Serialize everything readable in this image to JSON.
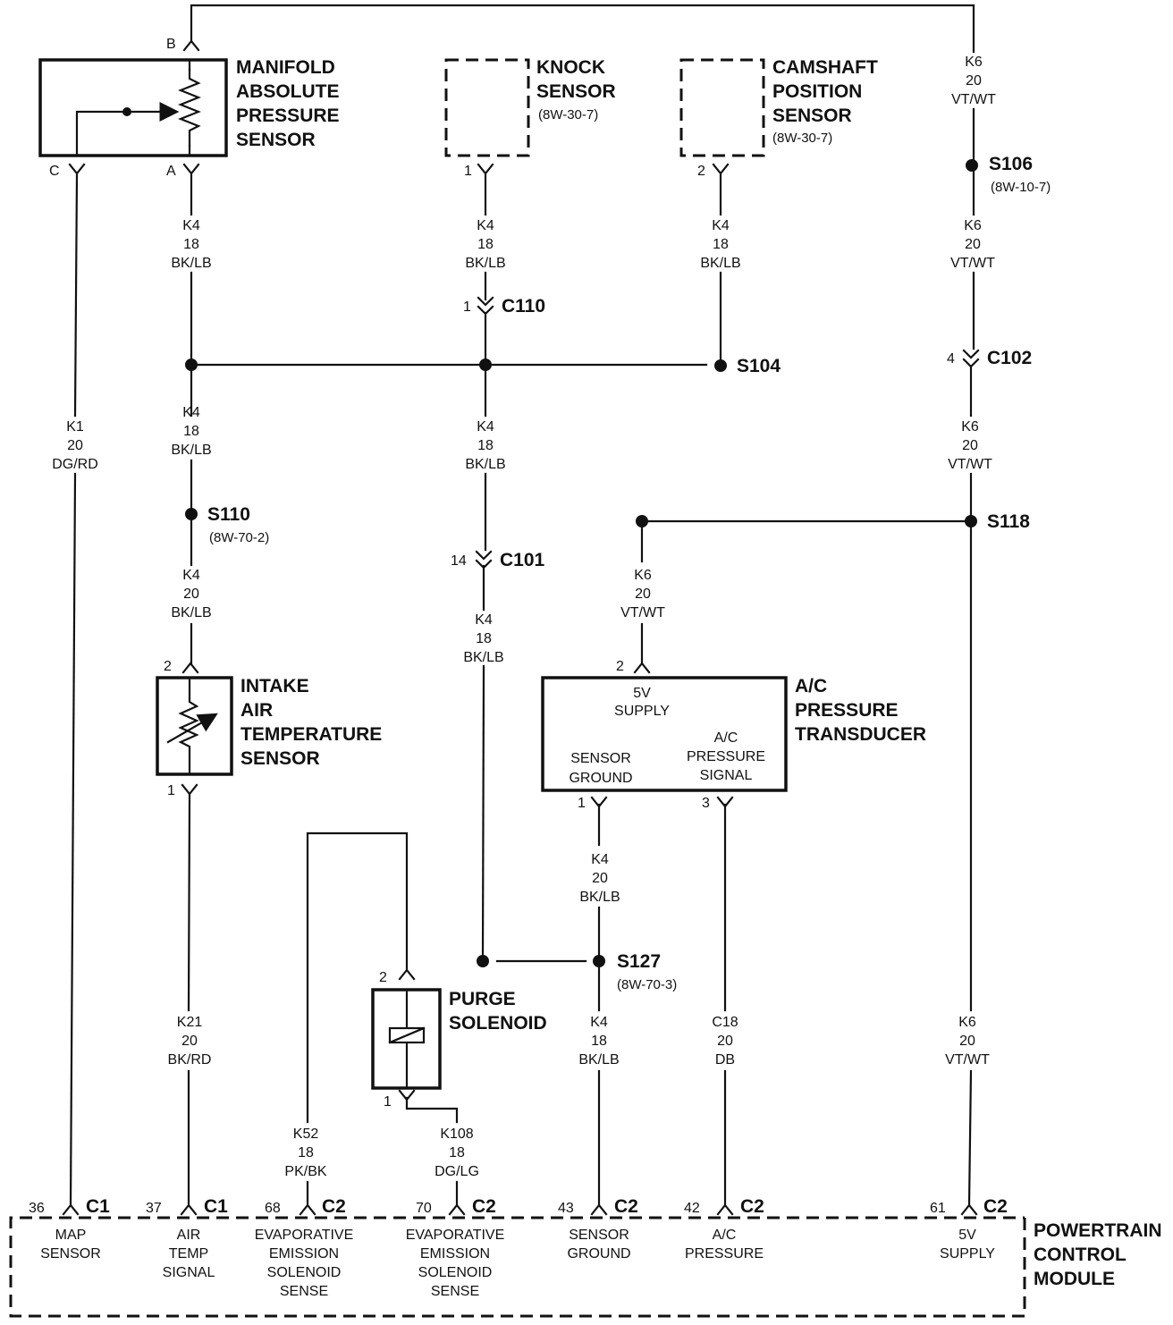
{
  "components": {
    "map": {
      "name": [
        "MANIFOLD",
        "ABSOLUTE",
        "PRESSURE",
        "SENSOR"
      ],
      "pin_b": "B",
      "pin_a": "A",
      "pin_c": "C"
    },
    "knock": {
      "name": [
        "KNOCK",
        "SENSOR"
      ],
      "ref": "(8W-30-7)",
      "pin": "1"
    },
    "cam": {
      "name": [
        "CAMSHAFT",
        "POSITION",
        "SENSOR"
      ],
      "ref": "(8W-30-7)",
      "pin": "2"
    },
    "iat": {
      "name": [
        "INTAKE",
        "AIR",
        "TEMPERATURE",
        "SENSOR"
      ],
      "pin_top": "2",
      "pin_bottom": "1"
    },
    "ac": {
      "name": [
        "A/C",
        "PRESSURE",
        "TRANSDUCER"
      ],
      "supply": [
        "5V",
        "SUPPLY"
      ],
      "ground": [
        "SENSOR",
        "GROUND"
      ],
      "signal": [
        "A/C",
        "PRESSURE",
        "SIGNAL"
      ],
      "pin_top": "2",
      "pin_ground": "1",
      "pin_signal": "3"
    },
    "purge": {
      "name": [
        "PURGE",
        "SOLENOID"
      ],
      "pin_top": "2",
      "pin_bottom": "1"
    },
    "pcm": {
      "name": [
        "POWERTRAIN",
        "CONTROL",
        "MODULE"
      ]
    }
  },
  "wires": {
    "k6_top": [
      "K6",
      "20",
      "VT/WT"
    ],
    "k6_mid": [
      "K6",
      "20",
      "VT/WT"
    ],
    "k6_low": [
      "K6",
      "20",
      "VT/WT"
    ],
    "k6_bot": [
      "K6",
      "20",
      "VT/WT"
    ],
    "k6_ac": [
      "K6",
      "20",
      "VT/WT"
    ],
    "k4_map": [
      "K4",
      "18",
      "BK/LB"
    ],
    "k4_knock": [
      "K4",
      "18",
      "BK/LB"
    ],
    "k4_cam": [
      "K4",
      "18",
      "BK/LB"
    ],
    "k4_left_mid": [
      "K4",
      "18",
      "BK/LB"
    ],
    "k4_center_mid": [
      "K4",
      "18",
      "BK/LB"
    ],
    "k4_iat": [
      "K4",
      "20",
      "BK/LB"
    ],
    "k4_center_low": [
      "K4",
      "18",
      "BK/LB"
    ],
    "k4_ac_ground": [
      "K4",
      "20",
      "BK/LB"
    ],
    "k4_pcm_ground": [
      "K4",
      "18",
      "BK/LB"
    ],
    "k1": [
      "K1",
      "20",
      "DG/RD"
    ],
    "k21": [
      "K21",
      "20",
      "BK/RD"
    ],
    "k52": [
      "K52",
      "18",
      "PK/BK"
    ],
    "k108": [
      "K108",
      "18",
      "DG/LG"
    ],
    "c18": [
      "C18",
      "20",
      "DB"
    ]
  },
  "splices": {
    "s106": {
      "name": "S106",
      "ref": "(8W-10-7)"
    },
    "s104": {
      "name": "S104"
    },
    "s110": {
      "name": "S110",
      "ref": "(8W-70-2)"
    },
    "s118": {
      "name": "S118"
    },
    "s127": {
      "name": "S127",
      "ref": "(8W-70-3)"
    }
  },
  "connectors": {
    "c110": {
      "name": "C110",
      "pin": "1"
    },
    "c101": {
      "name": "C101",
      "pin": "14"
    },
    "c102": {
      "name": "C102",
      "pin": "4"
    }
  },
  "pcm_pins": [
    {
      "pin": "36",
      "conn": "C1",
      "label": [
        "MAP",
        "SENSOR"
      ]
    },
    {
      "pin": "37",
      "conn": "C1",
      "label": [
        "AIR",
        "TEMP",
        "SIGNAL"
      ]
    },
    {
      "pin": "68",
      "conn": "C2",
      "label": [
        "EVAPORATIVE",
        "EMISSION",
        "SOLENOID",
        "SENSE"
      ]
    },
    {
      "pin": "70",
      "conn": "C2",
      "label": [
        "EVAPORATIVE",
        "EMISSION",
        "SOLENOID",
        "SENSE"
      ]
    },
    {
      "pin": "43",
      "conn": "C2",
      "label": [
        "SENSOR",
        "GROUND"
      ]
    },
    {
      "pin": "42",
      "conn": "C2",
      "label": [
        "A/C",
        "PRESSURE"
      ]
    },
    {
      "pin": "61",
      "conn": "C2",
      "label": [
        "5V",
        "SUPPLY"
      ]
    }
  ]
}
